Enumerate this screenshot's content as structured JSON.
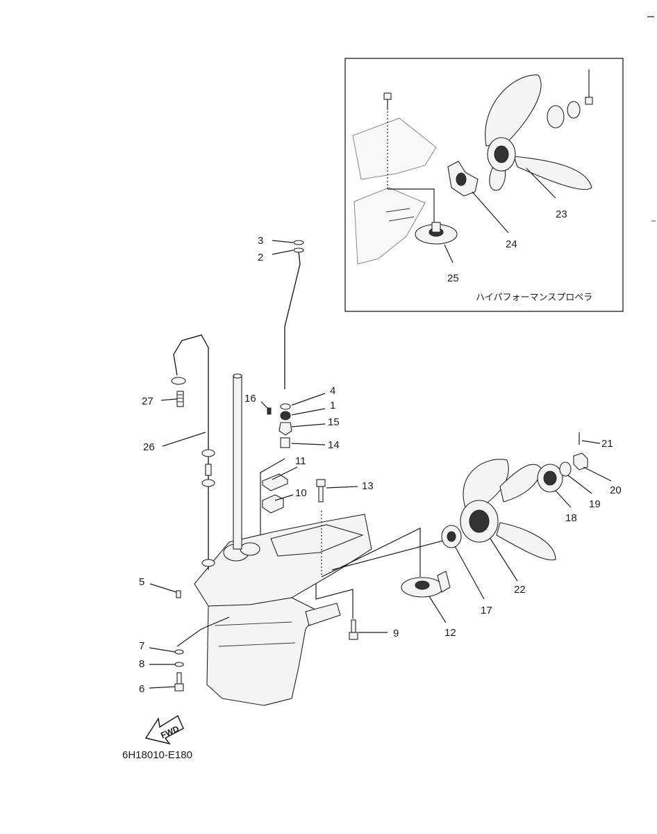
{
  "inset": {
    "caption": "ハイパフォーマンスプロペラ",
    "labels": {
      "p23": "23",
      "p24": "24",
      "p25": "25"
    }
  },
  "labels": {
    "p1": "1",
    "p2": "2",
    "p3": "3",
    "p4": "4",
    "p5": "5",
    "p6": "6",
    "p7": "7",
    "p8": "8",
    "p9": "9",
    "p10": "10",
    "p11": "11",
    "p12": "12",
    "p13": "13",
    "p14": "14",
    "p15": "15",
    "p16": "16",
    "p17": "17",
    "p18": "18",
    "p19": "19",
    "p20": "20",
    "p21": "21",
    "p22": "22",
    "p26": "26",
    "p27": "27"
  },
  "fwd_label": "FWD",
  "diagram_code": "6H18010-E180"
}
